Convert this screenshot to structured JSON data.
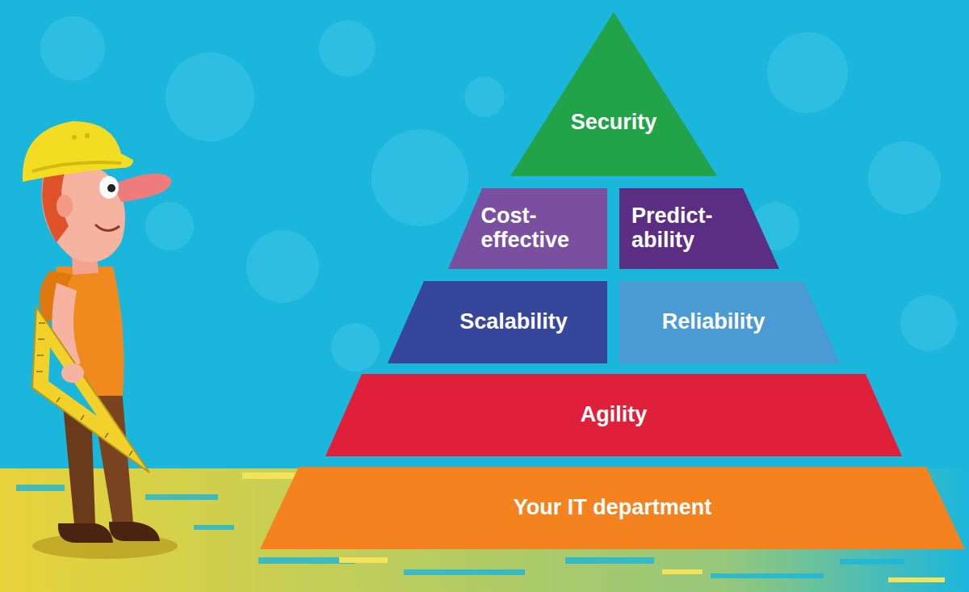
{
  "diagram": {
    "nodes": [
      {
        "text": [
          "Security"
        ]
      },
      {
        "text": [
          "Cost- effective"
        ]
      },
      {
        "text": [
          "Predict- ability"
        ]
      },
      {
        "text": [
          "Scalability"
        ]
      },
      {
        "text": [
          "Reliability"
        ]
      },
      {
        "text": [
          "Agility"
        ]
      },
      {
        "text": [
          "Your IT department"
        ]
      }
    ]
  }
}
